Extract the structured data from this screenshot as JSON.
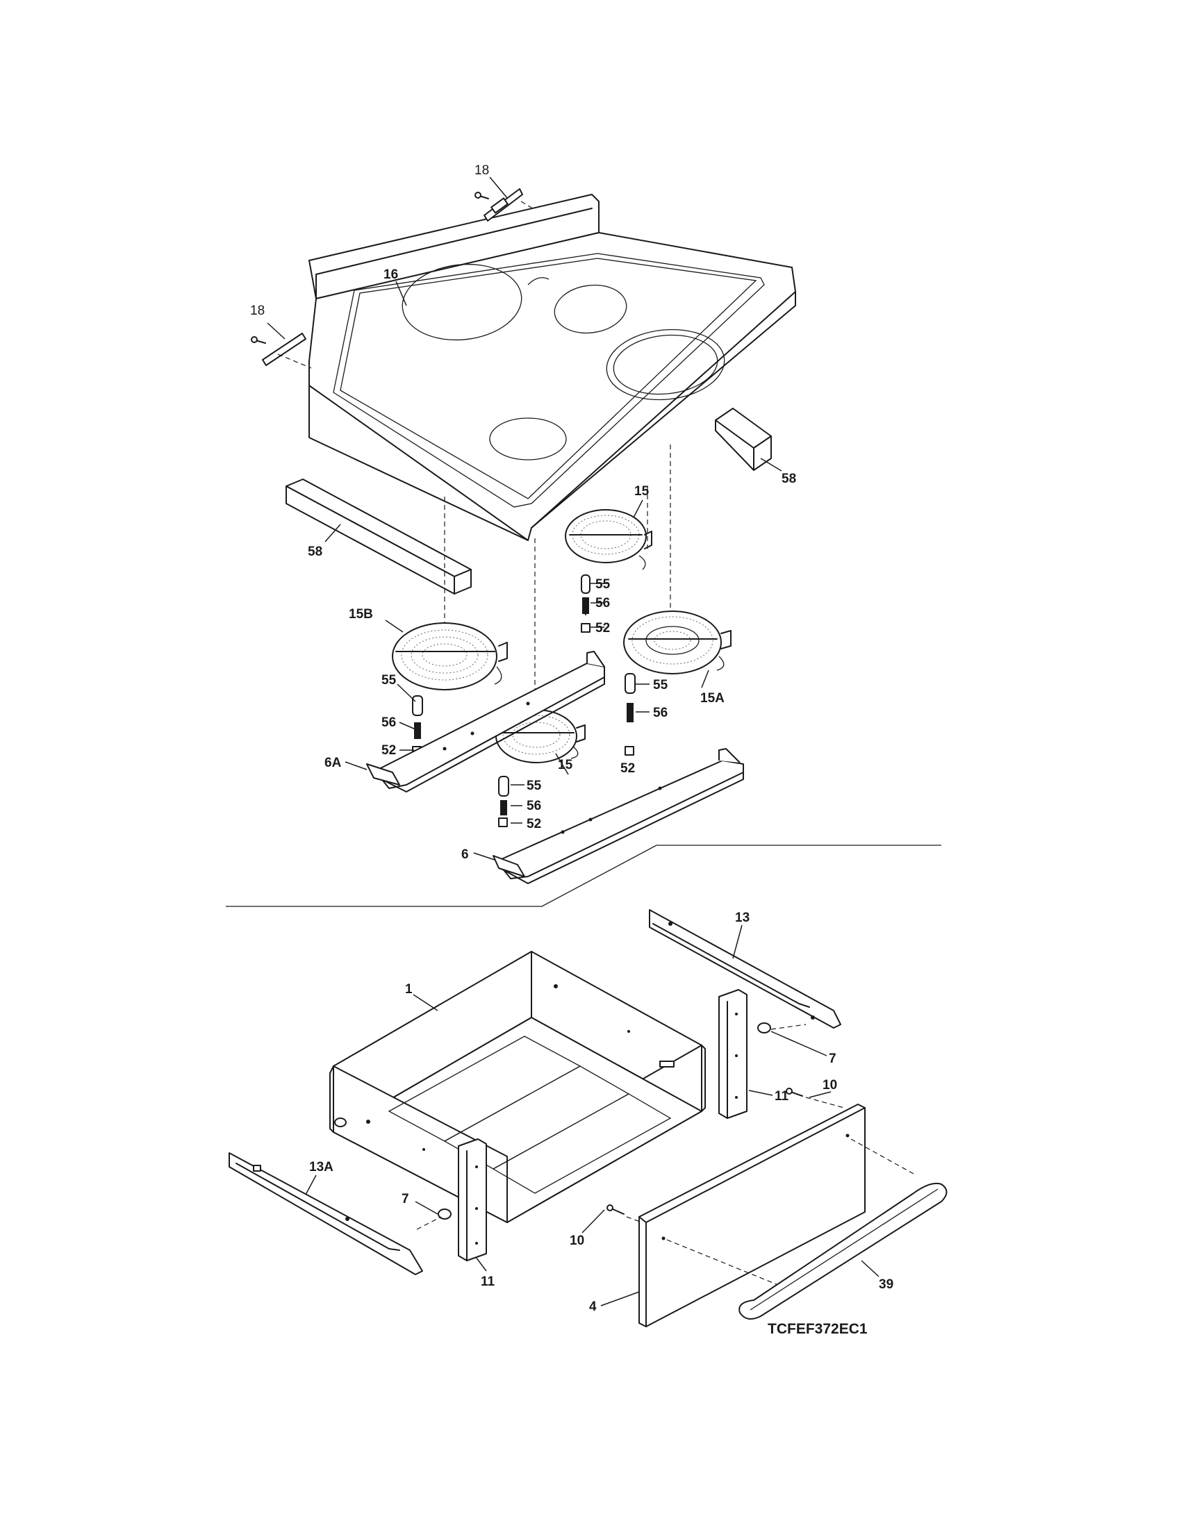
{
  "diagram_code": "TCFEF372EC1",
  "parts": {
    "p18_top": "18",
    "p18_left": "18",
    "p16": "16",
    "p58_right": "58",
    "p58_left": "58",
    "p15_top": "15",
    "p15b": "15B",
    "p55_a": "55",
    "p56_a": "56",
    "p52_a": "52",
    "p55_b": "55",
    "p56_b": "56",
    "p52_b": "52",
    "p15a": "15A",
    "p55_c": "55",
    "p56_c": "56",
    "p52_c": "52",
    "p15_mid": "15",
    "p55_d": "55",
    "p56_d": "56",
    "p52_d": "52",
    "p6a": "6A",
    "p6": "6",
    "p13": "13",
    "p1": "1",
    "p7_right": "7",
    "p11_right": "11",
    "p10_right": "10",
    "p13a": "13A",
    "p7_left": "7",
    "p11_left": "11",
    "p10_left": "10",
    "p4": "4",
    "p39": "39"
  }
}
